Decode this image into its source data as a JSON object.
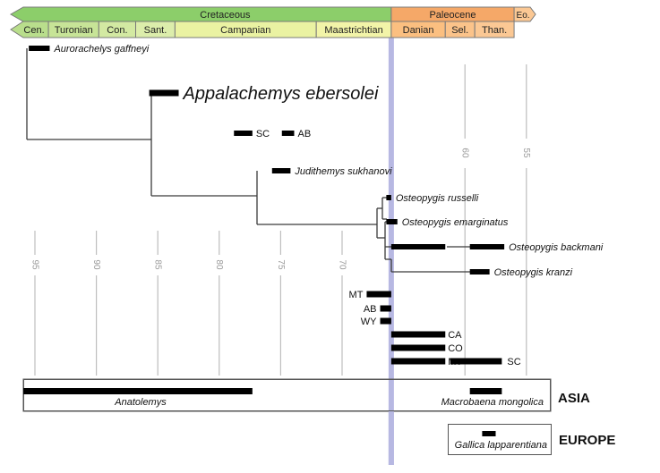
{
  "timescale": {
    "periods": [
      {
        "label": "Cretaceous",
        "start": 100.5,
        "end": 66.0,
        "color": "#8cce6a"
      },
      {
        "label": "Paleocene",
        "start": 66.0,
        "end": 56.0,
        "color": "#f5a868"
      },
      {
        "label": "Eo.",
        "start": 56.0,
        "end": 54.4,
        "color": "#fbc894"
      }
    ],
    "stages": [
      {
        "label": "Cen.",
        "start": 100.5,
        "end": 93.9,
        "color": "#b9de8c"
      },
      {
        "label": "Turonian",
        "start": 93.9,
        "end": 89.8,
        "color": "#c7e497"
      },
      {
        "label": "Con.",
        "start": 89.8,
        "end": 86.8,
        "color": "#d3e9a2"
      },
      {
        "label": "Sant.",
        "start": 86.8,
        "end": 83.6,
        "color": "#dcedab"
      },
      {
        "label": "Campanian",
        "start": 83.6,
        "end": 72.1,
        "color": "#eaf2a2"
      },
      {
        "label": "Maastrichtian",
        "start": 72.1,
        "end": 66.0,
        "color": "#f2f4a8"
      },
      {
        "label": "Danian",
        "start": 66.0,
        "end": 61.6,
        "color": "#fbbf80"
      },
      {
        "label": "Sel.",
        "start": 61.6,
        "end": 59.2,
        "color": "#fbc38a"
      },
      {
        "label": "Than.",
        "start": 59.2,
        "end": 56.0,
        "color": "#fbc894"
      }
    ]
  },
  "axis": {
    "ticks": [
      95,
      90,
      85,
      80,
      75,
      70,
      60,
      55
    ],
    "kpg_boundary_ma": 66.0,
    "kpg_color": "#b7b8e2"
  },
  "taxa": [
    {
      "name": "Aurorachelys gaffneyi",
      "ranges": [
        [
          95.5,
          93.8
        ]
      ],
      "size": "small"
    },
    {
      "name": "Appalachemys ebersolei",
      "ranges": [
        [
          85.7,
          83.3
        ]
      ],
      "size": "large"
    },
    {
      "name": "Judithemys sukhanovi",
      "ranges": [
        [
          75.7,
          74.2
        ]
      ],
      "size": "small"
    },
    {
      "name": "Osteopygis russelli",
      "ranges": [
        [
          66.4,
          66.0
        ]
      ],
      "size": "small"
    },
    {
      "name": "Osteopygis emarginatus",
      "ranges": [
        [
          66.4,
          65.5
        ]
      ],
      "size": "small"
    },
    {
      "name": "Osteopygis backmani",
      "ranges": [
        [
          66.0,
          61.6
        ],
        [
          59.6,
          56.8
        ]
      ],
      "size": "small"
    },
    {
      "name": "Osteopygis kranzi",
      "ranges": [
        [
          59.6,
          58.0
        ]
      ],
      "size": "small"
    }
  ],
  "unplaced_occurrences": [
    {
      "label": "SC",
      "range": [
        78.8,
        77.3
      ],
      "label_side": "right"
    },
    {
      "label": "AB",
      "range": [
        74.9,
        73.9
      ],
      "label_side": "right"
    }
  ],
  "locality_occurrences": [
    {
      "label": "MT",
      "range": [
        68.0,
        66.0
      ],
      "label_side": "left"
    },
    {
      "label": "AB",
      "range": [
        66.9,
        66.0
      ],
      "label_side": "left"
    },
    {
      "label": "WY",
      "range": [
        66.9,
        66.0
      ],
      "label_side": "left"
    },
    {
      "label": "CA",
      "range": [
        66.0,
        61.6
      ],
      "label_side": "right"
    },
    {
      "label": "CO",
      "range": [
        66.0,
        61.6
      ],
      "label_side": "right"
    },
    {
      "label": "MT",
      "range": [
        66.0,
        61.6
      ],
      "label_side": "right",
      "extension": {
        "range": [
          61.2,
          57.0
        ],
        "label": "SC"
      }
    }
  ],
  "regions": [
    {
      "label": "ASIA",
      "taxa": [
        {
          "name": "Anatolemys",
          "range": [
            96.0,
            77.3
          ]
        },
        {
          "name": "Macrobaena mongolica",
          "range": [
            59.6,
            57.0
          ]
        }
      ]
    },
    {
      "label": "EUROPE",
      "taxa": [
        {
          "name": "Gallica lapparentiana",
          "range": [
            58.6,
            57.5
          ]
        }
      ]
    }
  ]
}
